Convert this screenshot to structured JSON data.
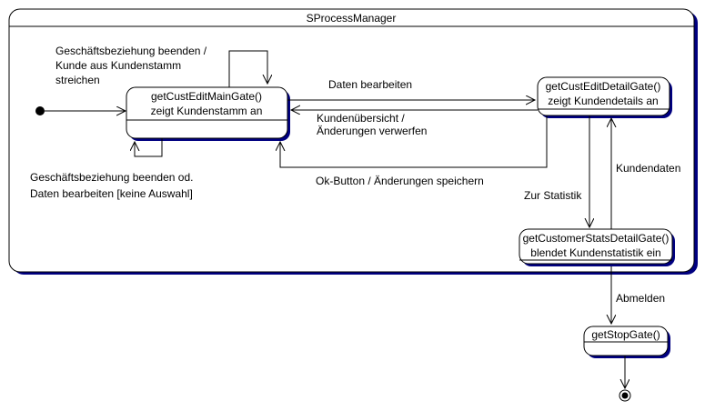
{
  "diagram": {
    "composite_state": "SProcessManager",
    "states": {
      "main": {
        "name": "getCustEditMainGate()",
        "activity": "zeigt Kundenstamm an"
      },
      "detail": {
        "name": "getCustEditDetailGate()",
        "activity": "zeigt Kundendetails an"
      },
      "stats": {
        "name": "getCustomerStatsDetailGate()",
        "activity": "blendet Kundenstatistik ein"
      },
      "stop": {
        "name": "getStopGate()"
      }
    },
    "transitions": {
      "self_top_1": "Geschäftsbeziehung beenden /",
      "self_top_2": "Kunde aus Kundenstamm",
      "self_top_3": "streichen",
      "self_bottom_1": "Geschäftsbeziehung beenden od.",
      "self_bottom_2": "Daten bearbeiten [keine Auswahl]",
      "to_detail": "Daten bearbeiten",
      "back_1": "Kundenübersicht /",
      "back_2": "Änderungen verwerfen",
      "ok": "Ok-Button / Änderungen speichern",
      "to_stats": "Zur Statistik",
      "to_detail_from_stats": "Kundendaten",
      "logout": "Abmelden"
    },
    "colors": {
      "line": "#000000",
      "shadow": "#000080",
      "background": "#ffffff"
    }
  }
}
